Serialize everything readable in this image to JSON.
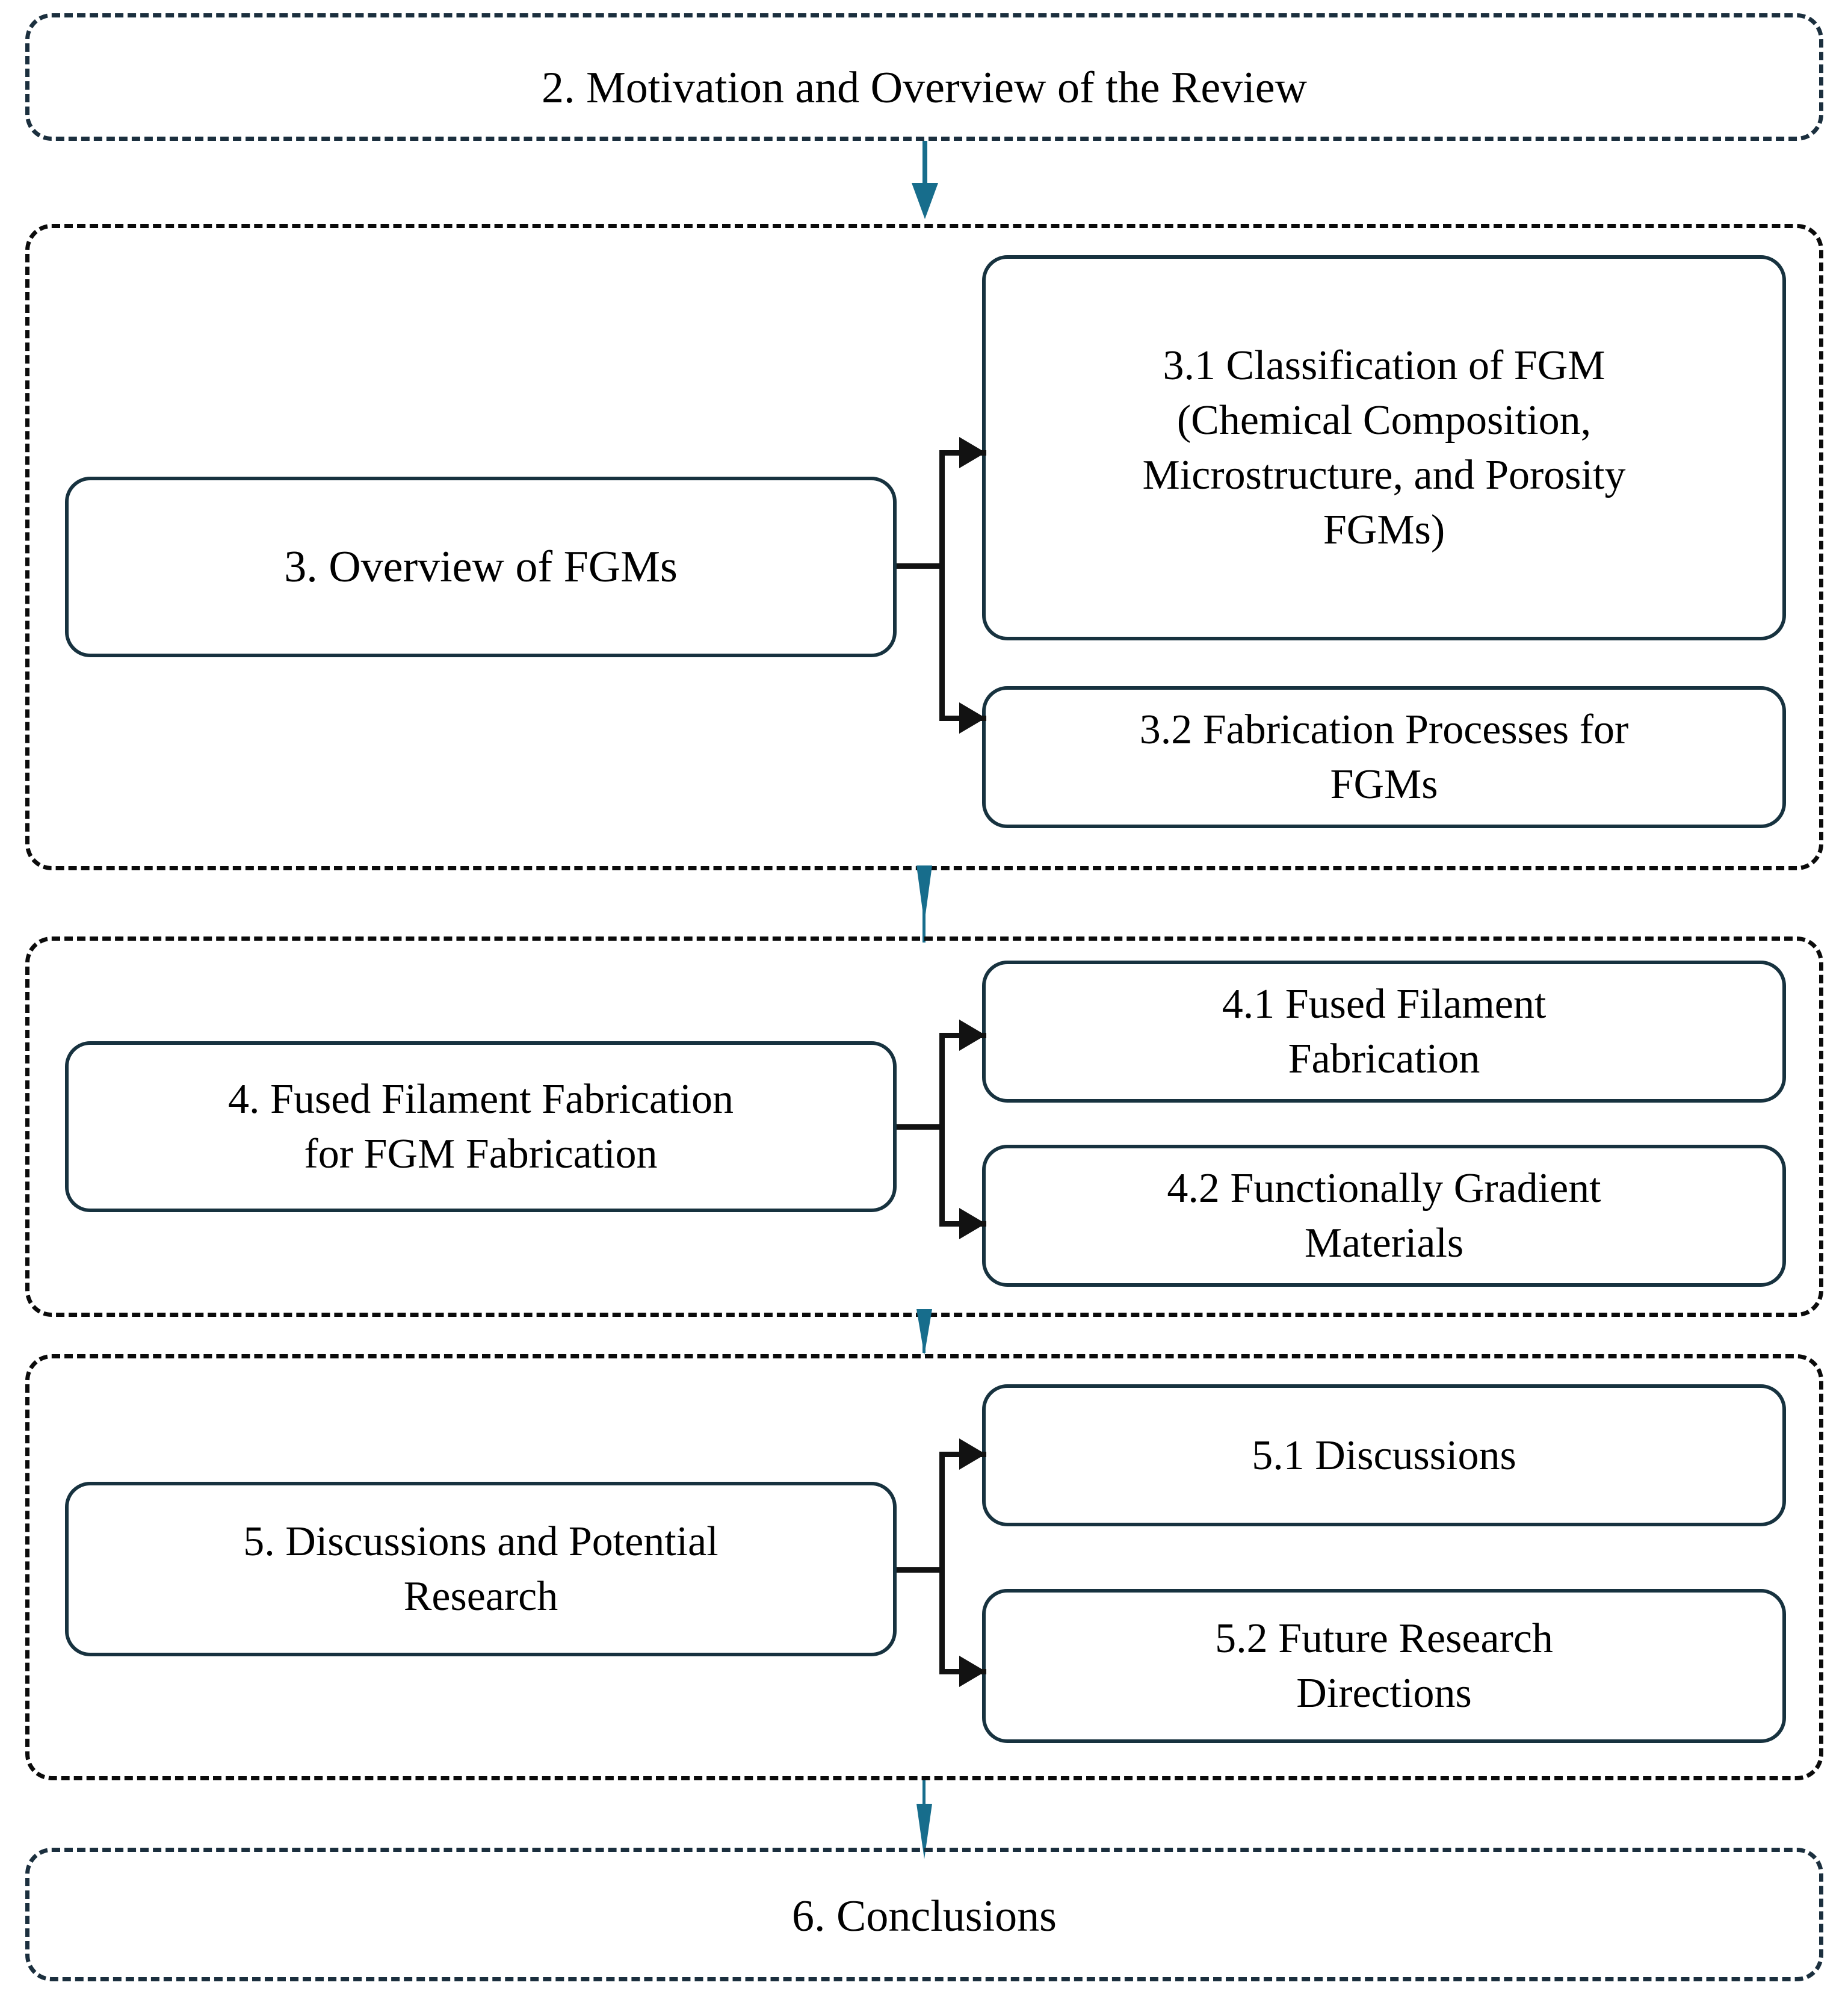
{
  "diagram": {
    "title": "Review structure flowchart",
    "colors": {
      "node_border": "#17323f",
      "dashed_border_dark": "#1b2f3e",
      "dashed_border_black": "#0b0b0b",
      "arrow_teal": "#176d8c",
      "connector_black": "#121212",
      "background": "#ffffff",
      "text": "#000000"
    },
    "sections": [
      {
        "id": "section-2",
        "label": "2. Motivation and Overview of the Review",
        "children": []
      },
      {
        "id": "section-3",
        "label": "3. Overview of FGMs",
        "children": [
          {
            "id": "section-3-1",
            "label": "3.1 Classification of FGM\n(Chemical Composition,\nMicrostructure, and Porosity\nFGMs)"
          },
          {
            "id": "section-3-2",
            "label": "3.2 Fabrication Processes for\nFGMs"
          }
        ]
      },
      {
        "id": "section-4",
        "label": "4. Fused Filament Fabrication\nfor FGM Fabrication",
        "children": [
          {
            "id": "section-4-1",
            "label": "4.1 Fused Filament\nFabrication"
          },
          {
            "id": "section-4-2",
            "label": "4.2 Functionally Gradient\nMaterials"
          }
        ]
      },
      {
        "id": "section-5",
        "label": "5. Discussions and Potential\nResearch",
        "children": [
          {
            "id": "section-5-1",
            "label": "5.1 Discussions"
          },
          {
            "id": "section-5-2",
            "label": "5.2 Future Research\nDirections"
          }
        ]
      },
      {
        "id": "section-6",
        "label": "6. Conclusions",
        "children": []
      }
    ],
    "flow_arrows": [
      {
        "from": "section-2",
        "to": "section-3"
      },
      {
        "from": "section-3",
        "to": "section-4"
      },
      {
        "from": "section-4",
        "to": "section-5"
      },
      {
        "from": "section-5",
        "to": "section-6"
      }
    ],
    "branch_arrows": [
      {
        "from": "section-3",
        "to": "section-3-1"
      },
      {
        "from": "section-3",
        "to": "section-3-2"
      },
      {
        "from": "section-4",
        "to": "section-4-1"
      },
      {
        "from": "section-4",
        "to": "section-4-2"
      },
      {
        "from": "section-5",
        "to": "section-5-1"
      },
      {
        "from": "section-5",
        "to": "section-5-2"
      }
    ]
  }
}
